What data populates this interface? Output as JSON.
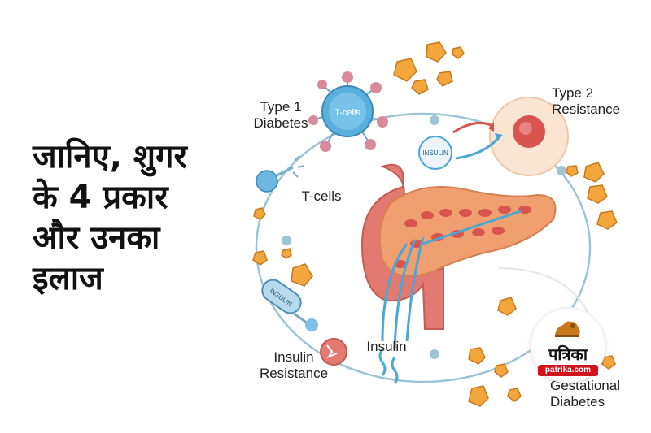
{
  "headline": {
    "line1": "जानिए, शुगर",
    "line2": "के 4 प्रकार",
    "line3": "और उनका",
    "line4": "इलाज"
  },
  "labels": {
    "type1_line1": "Type 1",
    "type1_line2": "Diabetes",
    "type2_line1": "Type 2",
    "type2_line2": "Resistance",
    "tcells_small": "T-cells",
    "tcells": "T-cells",
    "insulin_small": "INSULIN",
    "insulin_pill": "INSULIN",
    "insulin_res_line1": "Insulin",
    "insulin_res_line2": "Resistance",
    "insulin": "Insulin",
    "gestational_line1": "Gestational",
    "gestational_line2": "Diabetes"
  },
  "logo": {
    "name": "पत्रिका",
    "url": "patrika.com",
    "emblem": "lion-emblem"
  },
  "colors": {
    "cycle_line": "#9cc3d6",
    "organ_red": "#e37a72",
    "pancreas": "#f0a070",
    "crystal": "#f3a63c",
    "insulin_blue": "#4aa7d6",
    "brand_red": "#d0121b"
  }
}
